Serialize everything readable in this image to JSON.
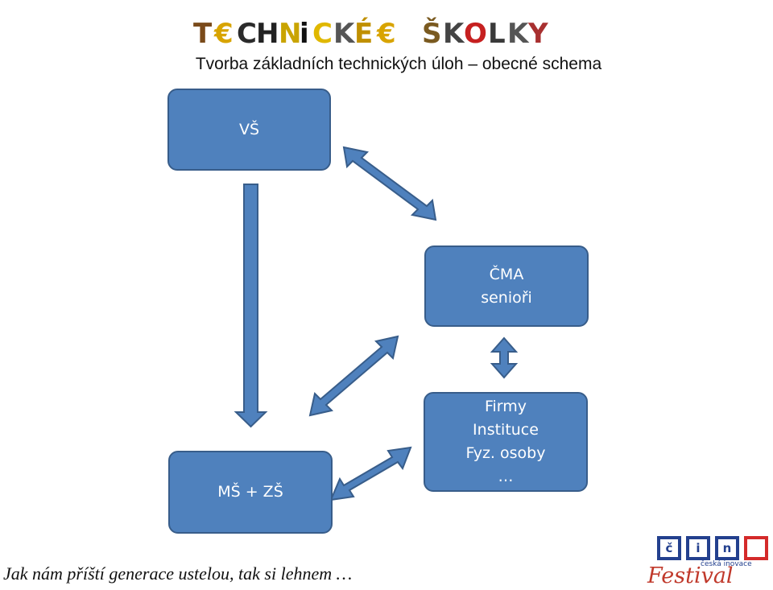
{
  "header": {
    "logo_text": "TECHNICKÉ ŠKOLKY",
    "title": "Tvorba základních technických úloh – obecné schema"
  },
  "nodes": {
    "vs": {
      "lines": [
        "VŠ"
      ]
    },
    "cma": {
      "lines": [
        "ČMA",
        "senioři"
      ]
    },
    "firmy": {
      "lines": [
        "Firmy",
        "Instituce",
        "Fyz. osoby",
        "…"
      ]
    },
    "ms_zs": {
      "lines": [
        "MŠ + ZŠ"
      ]
    }
  },
  "edges": [
    {
      "from": "VŠ",
      "to": "ČMA senioři",
      "direction": "both"
    },
    {
      "from": "VŠ",
      "to": "MŠ + ZŠ",
      "direction": "forward"
    },
    {
      "from": "ČMA senioři",
      "to": "Firmy",
      "direction": "both"
    },
    {
      "from": "ČMA senioři",
      "to": "MŠ + ZŠ",
      "direction": "both"
    },
    {
      "from": "Firmy",
      "to": "MŠ + ZŠ",
      "direction": "both"
    }
  ],
  "footer": {
    "motto": "Jak nám příští generace ustelou, tak si lehnem …",
    "festival_logo": {
      "letters": [
        "č",
        "i",
        "n",
        ""
      ],
      "subtitle": "česká inovace",
      "script_text": "Festival"
    }
  },
  "colors": {
    "box_fill": "#4f81bd",
    "box_border": "#385d8a",
    "arrow_fill": "#4f81bd",
    "arrow_stroke": "#385d8a",
    "festival_blue": "#23408e",
    "festival_red": "#d42a2a"
  }
}
